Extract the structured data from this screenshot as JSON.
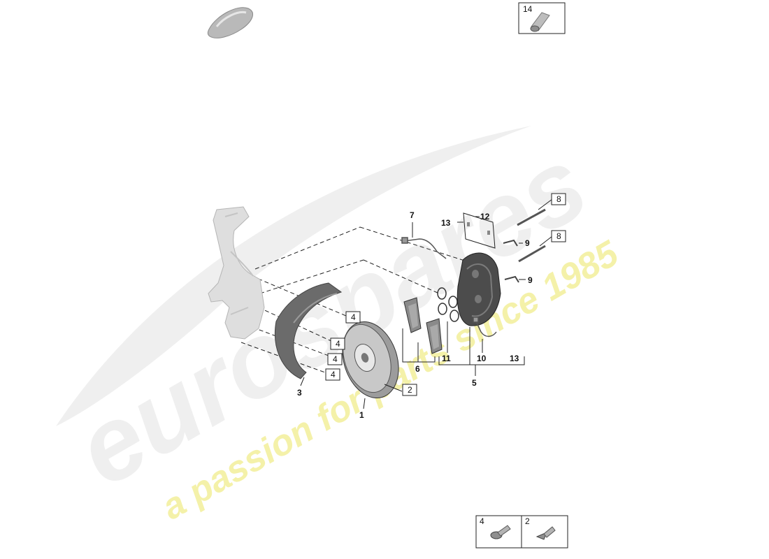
{
  "watermark": {
    "brand_text": "eurospares",
    "tagline_text": "a passion for parts since 1985",
    "brand_color": "#e9e9e9",
    "tagline_color": "#f4f0a6"
  },
  "callouts": {
    "c1": "1",
    "c2": "2",
    "c3": "3",
    "c4a": "4",
    "c4b": "4",
    "c4c": "4",
    "c4d": "4",
    "c5": "5",
    "c6": "6",
    "c7": "7",
    "c8a": "8",
    "c8b": "8",
    "c9a": "9",
    "c9b": "9",
    "c10": "10",
    "c11": "11",
    "c12": "12",
    "c13a": "13",
    "c13b": "13",
    "c14": "14"
  },
  "legend": {
    "bolt_4": "4",
    "bolt_2": "2"
  },
  "colors": {
    "line": "#222222",
    "part_fill": "#d9d9d9",
    "part_dark": "#9a9a9a",
    "box_border": "#222222"
  }
}
